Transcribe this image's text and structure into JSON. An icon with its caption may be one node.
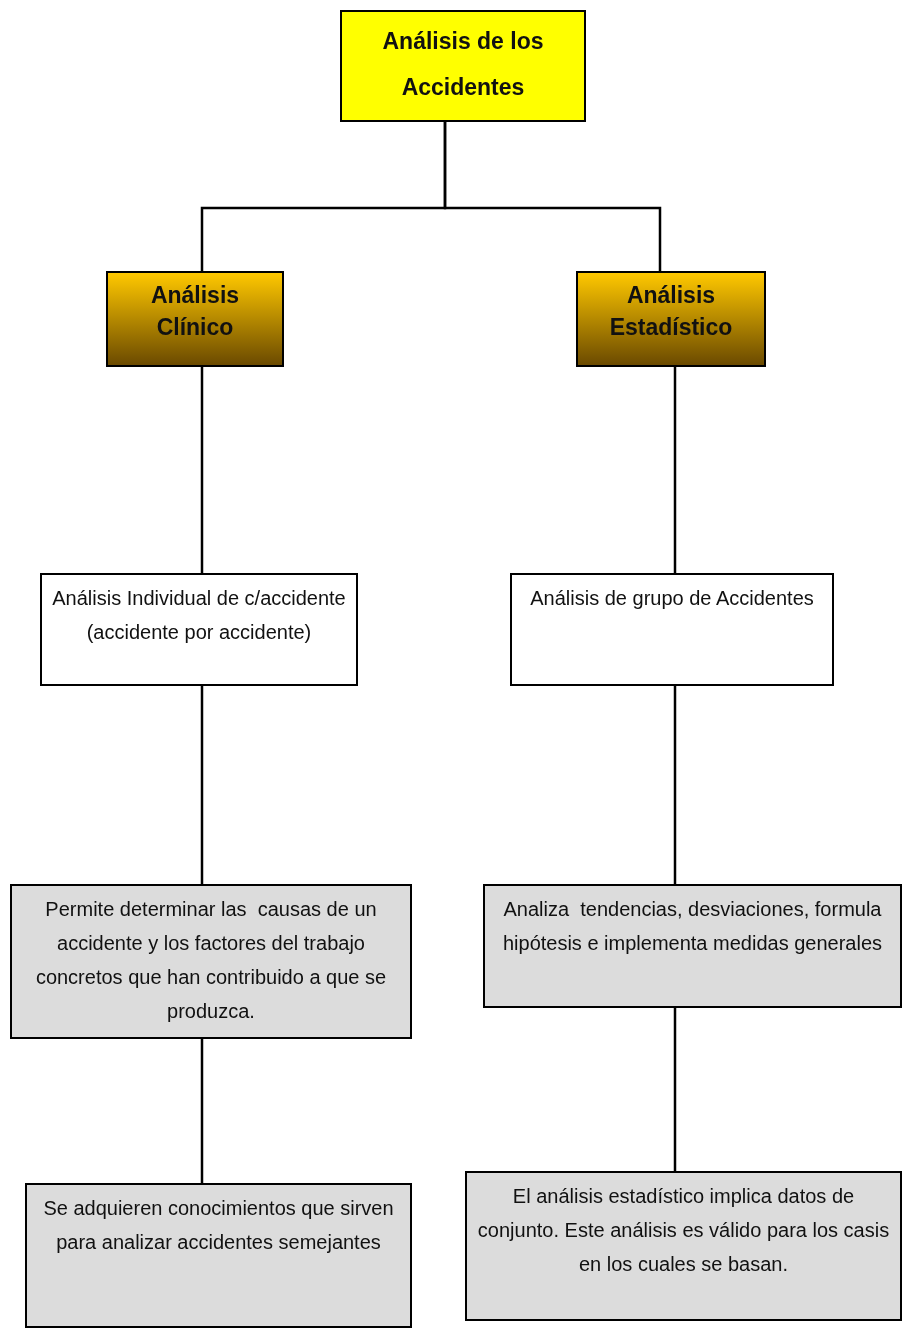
{
  "diagram": {
    "nodes": [
      {
        "text": [
          "Análisis de los Accidentes"
        ]
      },
      {
        "text": [
          "Análisis Clínico"
        ]
      },
      {
        "text": [
          "Análisis Estadístico"
        ]
      },
      {
        "text": [
          "Análisis Individual de c/accidente (accidente por accidente)"
        ]
      },
      {
        "text": [
          "Análisis de grupo de Accidentes"
        ]
      },
      {
        "text": [
          "Permite determinar las  causas de un accidente y los factores del trabajo concretos que han contribuido a que se produzca."
        ]
      },
      {
        "text": [
          "Analiza  tendencias, desviaciones, formula hipótesis e implementa medidas generales"
        ]
      },
      {
        "text": [
          "Se adquieren conocimientos que sirven para analizar accidentes semejantes"
        ]
      },
      {
        "text": [
          "El análisis estadístico implica datos de conjunto. Este análisis es válido para los casis en los cuales se basan."
        ]
      }
    ],
    "edges": [
      {
        "from": 0,
        "to": 1,
        "arrow": "none"
      },
      {
        "from": 0,
        "to": 2,
        "arrow": "none"
      },
      {
        "from": 1,
        "to": 3,
        "arrow": "none"
      },
      {
        "from": 3,
        "to": 5,
        "arrow": "none"
      },
      {
        "from": 5,
        "to": 7,
        "arrow": "none"
      },
      {
        "from": 2,
        "to": 4,
        "arrow": "none"
      },
      {
        "from": 4,
        "to": 6,
        "arrow": "none"
      },
      {
        "from": 6,
        "to": 8,
        "arrow": "none"
      }
    ]
  }
}
